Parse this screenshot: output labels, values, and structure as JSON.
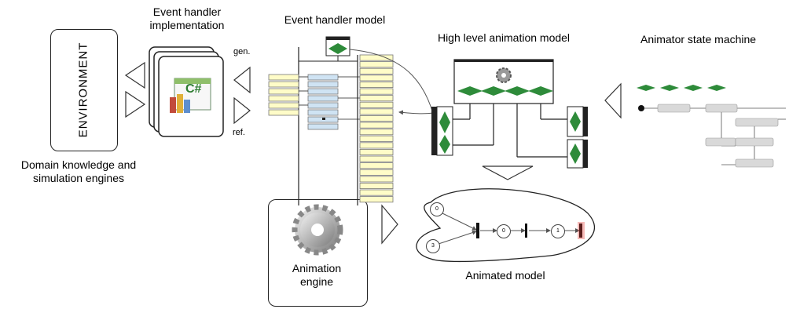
{
  "labels": {
    "event_handler_impl": "Event handler\nimplementation",
    "event_handler_model": "Event handler model",
    "high_level_model": "High level animation model",
    "animator_state_machine": "Animator state machine",
    "environment": "ENVIRONMENT",
    "domain_knowledge": "Domain knowledge and\nsimulation engines",
    "animation_engine": "Animation\nengine",
    "animated_model": "Animated model",
    "gen": "gen.",
    "ref": "ref."
  },
  "code_icon": {
    "text": "C#",
    "color": "#2e7d32"
  },
  "animated_model": {
    "places": [
      "0",
      "0",
      "1",
      "3"
    ],
    "highlight_color": "#e53935"
  },
  "colors": {
    "diamond": "#2e8b3a",
    "yellow_box": "#fffcc8",
    "blue_box": "#cfe3f3",
    "gray_state": "#d9d9d9"
  }
}
